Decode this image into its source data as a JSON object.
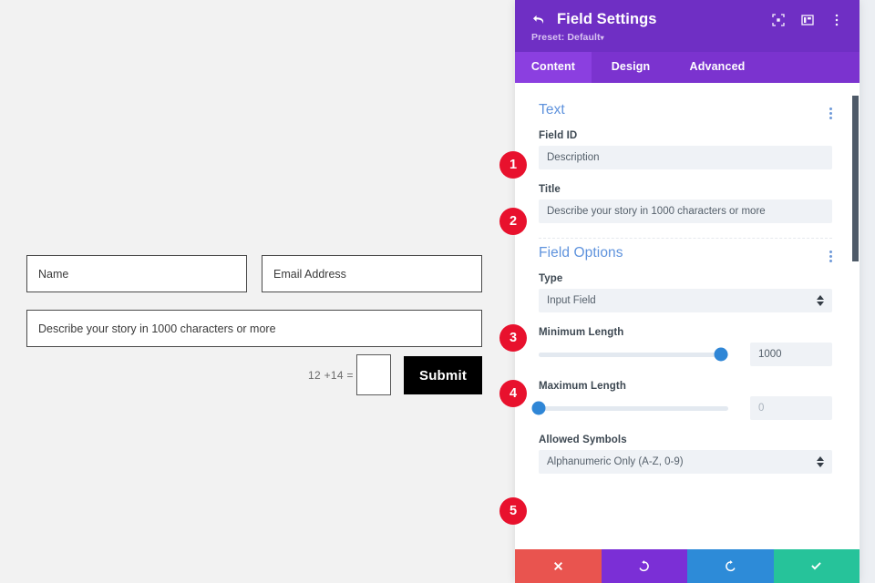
{
  "page_form": {
    "name_placeholder": "Name",
    "email_placeholder": "Email Address",
    "story_placeholder": "Describe your story in 1000 characters or more",
    "captcha_label": "12 +14 =",
    "captcha_value": "",
    "submit_label": "Submit"
  },
  "panel": {
    "back_icon": "back-arrow-icon",
    "title": "Field Settings",
    "preset": "Preset: Default",
    "preset_caret": "▾",
    "header_icons": [
      "focus-target-icon",
      "layout-panel-icon",
      "kebab-menu-icon"
    ],
    "tabs": [
      {
        "label": "Content",
        "active": true
      },
      {
        "label": "Design",
        "active": false
      },
      {
        "label": "Advanced",
        "active": false
      }
    ],
    "sections": [
      {
        "title": "Text",
        "kebab": "kebab-menu-icon",
        "fields": [
          {
            "label": "Field ID",
            "type": "text",
            "value": "Description"
          },
          {
            "label": "Title",
            "type": "text",
            "value": "Describe your story in 1000 characters or more"
          }
        ]
      },
      {
        "title": "Field Options",
        "kebab": "kebab-menu-icon",
        "fields": [
          {
            "label": "Type",
            "type": "select",
            "value": "Input Field"
          },
          {
            "label": "Minimum Length",
            "type": "slider",
            "value": "1000",
            "percent": 96
          },
          {
            "label": "Maximum Length",
            "type": "slider",
            "value": "0",
            "percent": 0
          },
          {
            "label": "Allowed Symbols",
            "type": "select",
            "value": "Alphanumeric Only (A-Z, 0-9)"
          }
        ]
      }
    ],
    "actions": [
      {
        "name": "cancel",
        "icon": "close-x-icon",
        "color": "#e9544f"
      },
      {
        "name": "undo",
        "icon": "undo-arrow-icon",
        "color": "#7b2fd6"
      },
      {
        "name": "redo",
        "icon": "redo-arrow-icon",
        "color": "#2d8bd8"
      },
      {
        "name": "save",
        "icon": "check-icon",
        "color": "#26c39a"
      }
    ]
  },
  "callouts": [
    {
      "number": "1"
    },
    {
      "number": "2"
    },
    {
      "number": "3"
    },
    {
      "number": "4"
    },
    {
      "number": "5"
    }
  ],
  "colors": {
    "header_purple": "#6f2fc4",
    "tab_active": "#8b3fe0",
    "tabbar": "#7b33cf",
    "section_title": "#5f93dd",
    "slider_knob": "#2f86d6",
    "badge_red": "#e8112d",
    "page_bg": "#f2f2f2"
  }
}
